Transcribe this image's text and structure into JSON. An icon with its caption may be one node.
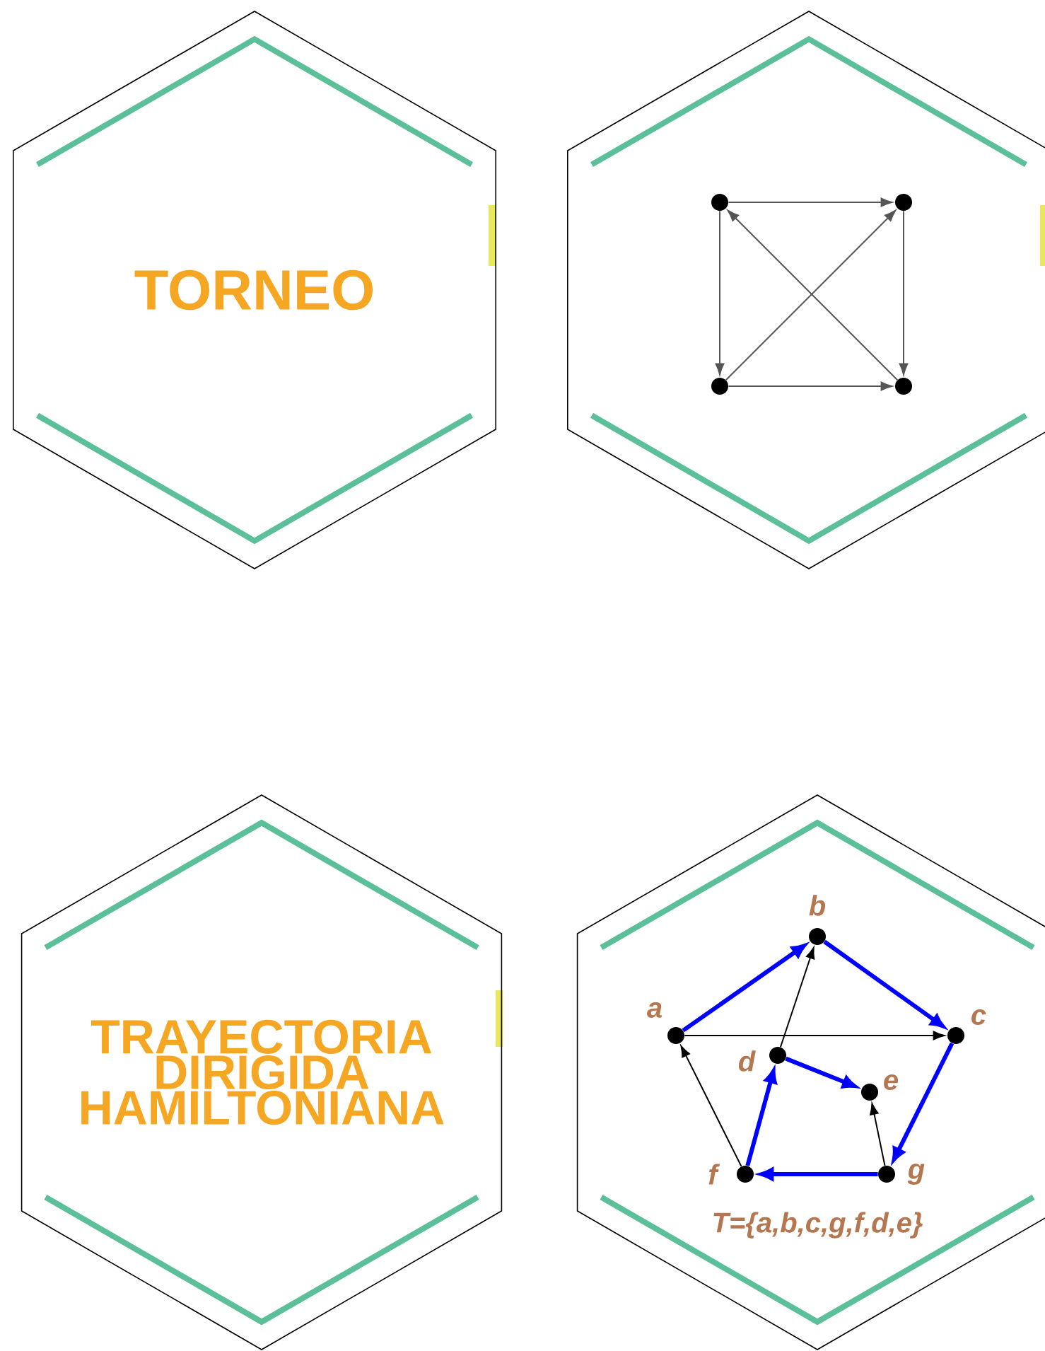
{
  "diagram": {
    "nodes": [
      {
        "text": [
          "TORNEO"
        ]
      },
      {
        "text": [],
        "shape": "hexagon"
      },
      {
        "text": [],
        "shape": "circle",
        "in": 1
      },
      {
        "text": [],
        "shape": "circle",
        "in": 1
      },
      {
        "text": [],
        "shape": "circle",
        "in": 1
      },
      {
        "text": [],
        "shape": "circle",
        "in": 1
      },
      {
        "text": [
          "TRAYECTORIA DIRIGIDA HAMILTONIANA"
        ]
      },
      {
        "text": [],
        "shape": "hexagon"
      },
      {
        "text": [],
        "shape": "circle",
        "in": 7,
        "beside": [
          "a"
        ]
      },
      {
        "text": [],
        "shape": "circle",
        "in": 7,
        "beside": [
          "b"
        ]
      },
      {
        "text": [],
        "shape": "circle",
        "in": 7,
        "beside": [
          "c"
        ]
      },
      {
        "text": [],
        "shape": "circle",
        "in": 7,
        "beside": [
          "d"
        ]
      },
      {
        "text": [],
        "shape": "circle",
        "in": 7,
        "beside": [
          "e"
        ]
      },
      {
        "text": [],
        "shape": "circle",
        "in": 7,
        "beside": [
          "f"
        ]
      },
      {
        "text": [],
        "shape": "circle",
        "in": 7,
        "beside": [
          "g"
        ]
      }
    ],
    "edges": [
      {
        "from": 2,
        "to": 3,
        "arrow": "to",
        "color": "#555555"
      },
      {
        "from": 2,
        "to": 4,
        "arrow": "to",
        "color": "#555555"
      },
      {
        "from": 3,
        "to": 5,
        "arrow": "to",
        "color": "#555555"
      },
      {
        "from": 4,
        "to": 5,
        "arrow": "to",
        "color": "#555555"
      },
      {
        "from": 4,
        "to": 3,
        "arrow": "to",
        "color": "#555555"
      },
      {
        "from": 5,
        "to": 2,
        "arrow": "to",
        "color": "#555555"
      },
      {
        "from": 8,
        "to": 9,
        "arrow": "to",
        "style": "thick",
        "color": "#0000ff"
      },
      {
        "from": 9,
        "to": 10,
        "arrow": "to",
        "style": "thick",
        "color": "#0000ff"
      },
      {
        "from": 8,
        "to": 10,
        "arrow": "to"
      },
      {
        "from": 11,
        "to": 9,
        "arrow": "to"
      },
      {
        "from": 10,
        "to": 14,
        "arrow": "to",
        "style": "thick",
        "color": "#0000ff"
      },
      {
        "from": 14,
        "to": 13,
        "arrow": "to",
        "style": "thick",
        "color": "#0000ff"
      },
      {
        "from": 13,
        "to": 11,
        "arrow": "to",
        "style": "thick",
        "color": "#0000ff"
      },
      {
        "from": 11,
        "to": 12,
        "arrow": "to",
        "style": "thick",
        "color": "#0000ff"
      },
      {
        "from": 13,
        "to": 8,
        "arrow": "to"
      },
      {
        "from": 14,
        "to": 12,
        "arrow": "to"
      }
    ],
    "labels": [
      "T={a,b,c,g,f,d,e}"
    ]
  }
}
